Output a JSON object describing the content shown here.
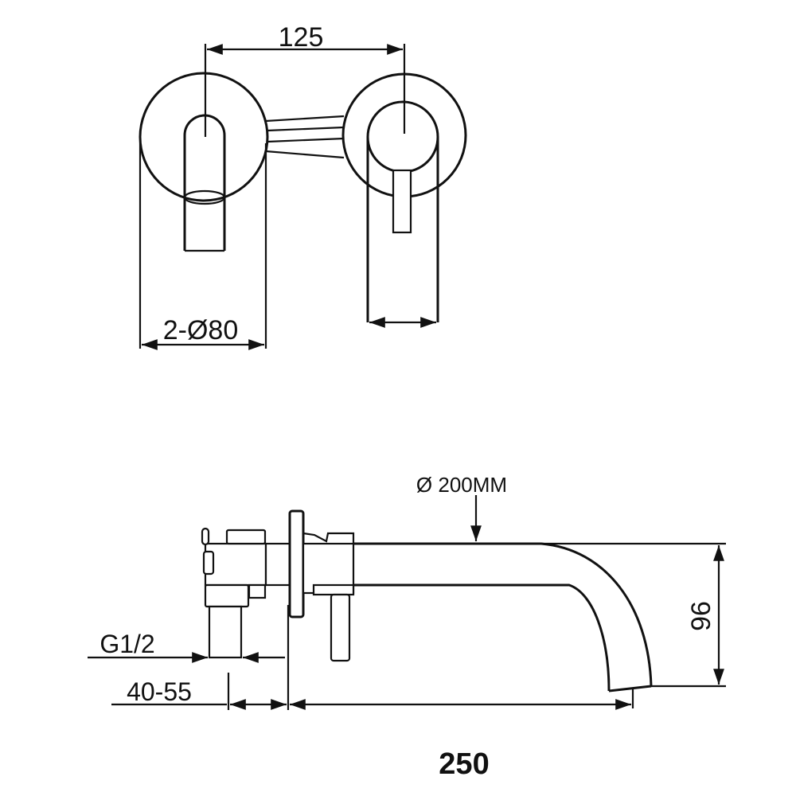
{
  "drawing": {
    "top_view": {
      "center_distance_label": "125",
      "plate_diameter_label": "2-Ø80"
    },
    "side_view": {
      "spout_curve_label": "Ø 200MM",
      "spout_height_label": "96",
      "thread_label": "G1/2",
      "wall_depth_label": "40-55",
      "spout_length_label": "250"
    },
    "colors": {
      "line": "#111111",
      "background": "#ffffff"
    }
  }
}
